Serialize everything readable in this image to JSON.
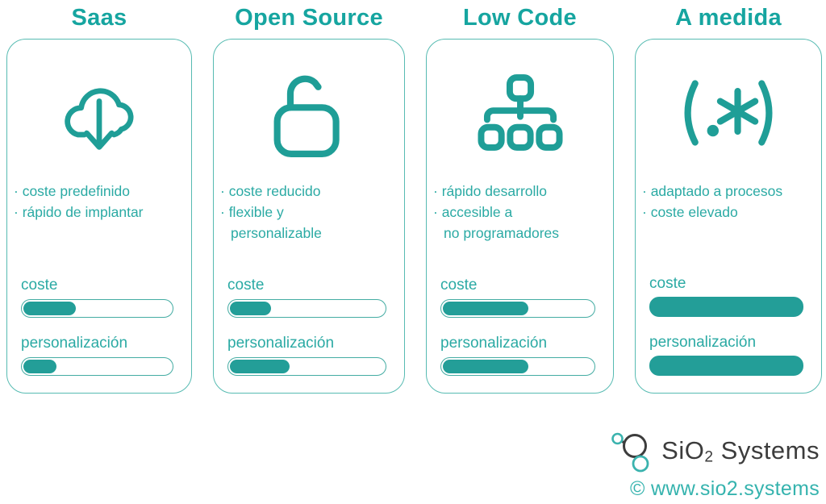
{
  "colors": {
    "accent": "#16a5a0",
    "body_text": "#2baaa4",
    "icon": "#1f9e97",
    "bar_fill": "#239e98",
    "bar_border": "#44aca3",
    "card_border": "#57bbb2",
    "brand_text": "#3c3c3c",
    "link": "#35b3ae"
  },
  "labels": {
    "coste": "coste",
    "personalizacion": "personalización"
  },
  "columns": [
    {
      "title": "Saas",
      "icon": "cloud-download-icon",
      "bullets": [
        "· coste predefinido",
        "· rápido de implantar"
      ],
      "bars": {
        "coste": 35,
        "personalizacion": 22
      }
    },
    {
      "title": "Open Source",
      "icon": "open-padlock-icon",
      "bullets": [
        "· coste reducido",
        "· flexible y",
        "personalizable"
      ],
      "bars": {
        "coste": 26,
        "personalizacion": 38
      }
    },
    {
      "title": "Low Code",
      "icon": "sitemap-icon",
      "bullets": [
        "· rápido desarrollo",
        "· accesible a",
        "no programadores"
      ],
      "bars": {
        "coste": 56,
        "personalizacion": 56
      }
    },
    {
      "title": "A medida",
      "icon": "regex-icon",
      "bullets": [
        "· adaptado a procesos",
        "· coste elevado"
      ],
      "bars": {
        "coste": 100,
        "personalizacion": 100
      }
    }
  ],
  "footer": {
    "brand_prefix": "SiO",
    "brand_sub": "2",
    "brand_suffix": " Systems",
    "copyright": "© www.sio2.systems"
  }
}
